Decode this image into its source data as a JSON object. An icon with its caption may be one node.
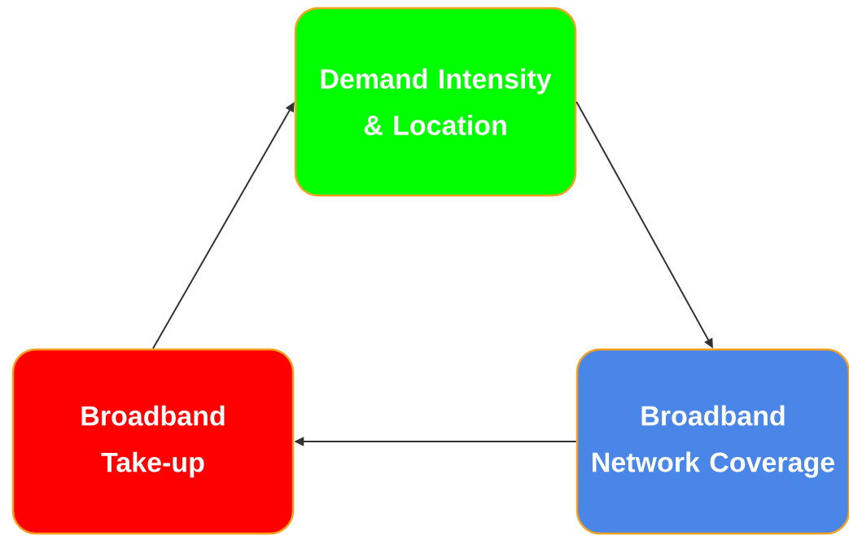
{
  "diagram": {
    "nodes": [
      {
        "text": [
          "Demand Intensity & Location"
        ]
      },
      {
        "text": [
          "Broadband Network Coverage"
        ]
      },
      {
        "text": [
          "Broadband Take-up"
        ]
      }
    ],
    "edges": [
      {
        "from": 0,
        "to": 1,
        "arrow": "to"
      },
      {
        "from": 1,
        "to": 2,
        "arrow": "to"
      },
      {
        "from": 2,
        "to": 0,
        "arrow": "to"
      }
    ]
  }
}
